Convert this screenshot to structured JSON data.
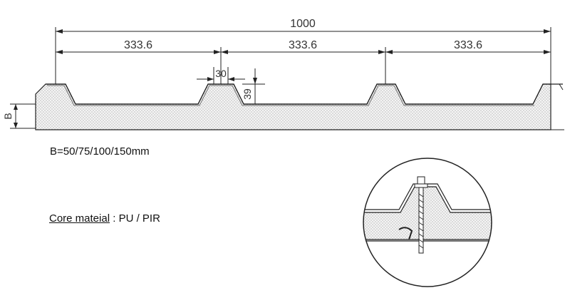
{
  "dimensions": {
    "overall_width": "1000",
    "rib_spacing": [
      "333.6",
      "333.6",
      "333.6"
    ],
    "rib_top_width": "30",
    "rib_height": "39",
    "thickness_symbol": "B"
  },
  "notes": {
    "thickness_options": "B=50/75/100/150mm",
    "core_label": "Core mateial",
    "core_separator": " : ",
    "core_value": "PU / PIR"
  },
  "colors": {
    "line": "#222222",
    "core_fill": "#f4f4f4",
    "core_dots": "#9a9a9a"
  }
}
